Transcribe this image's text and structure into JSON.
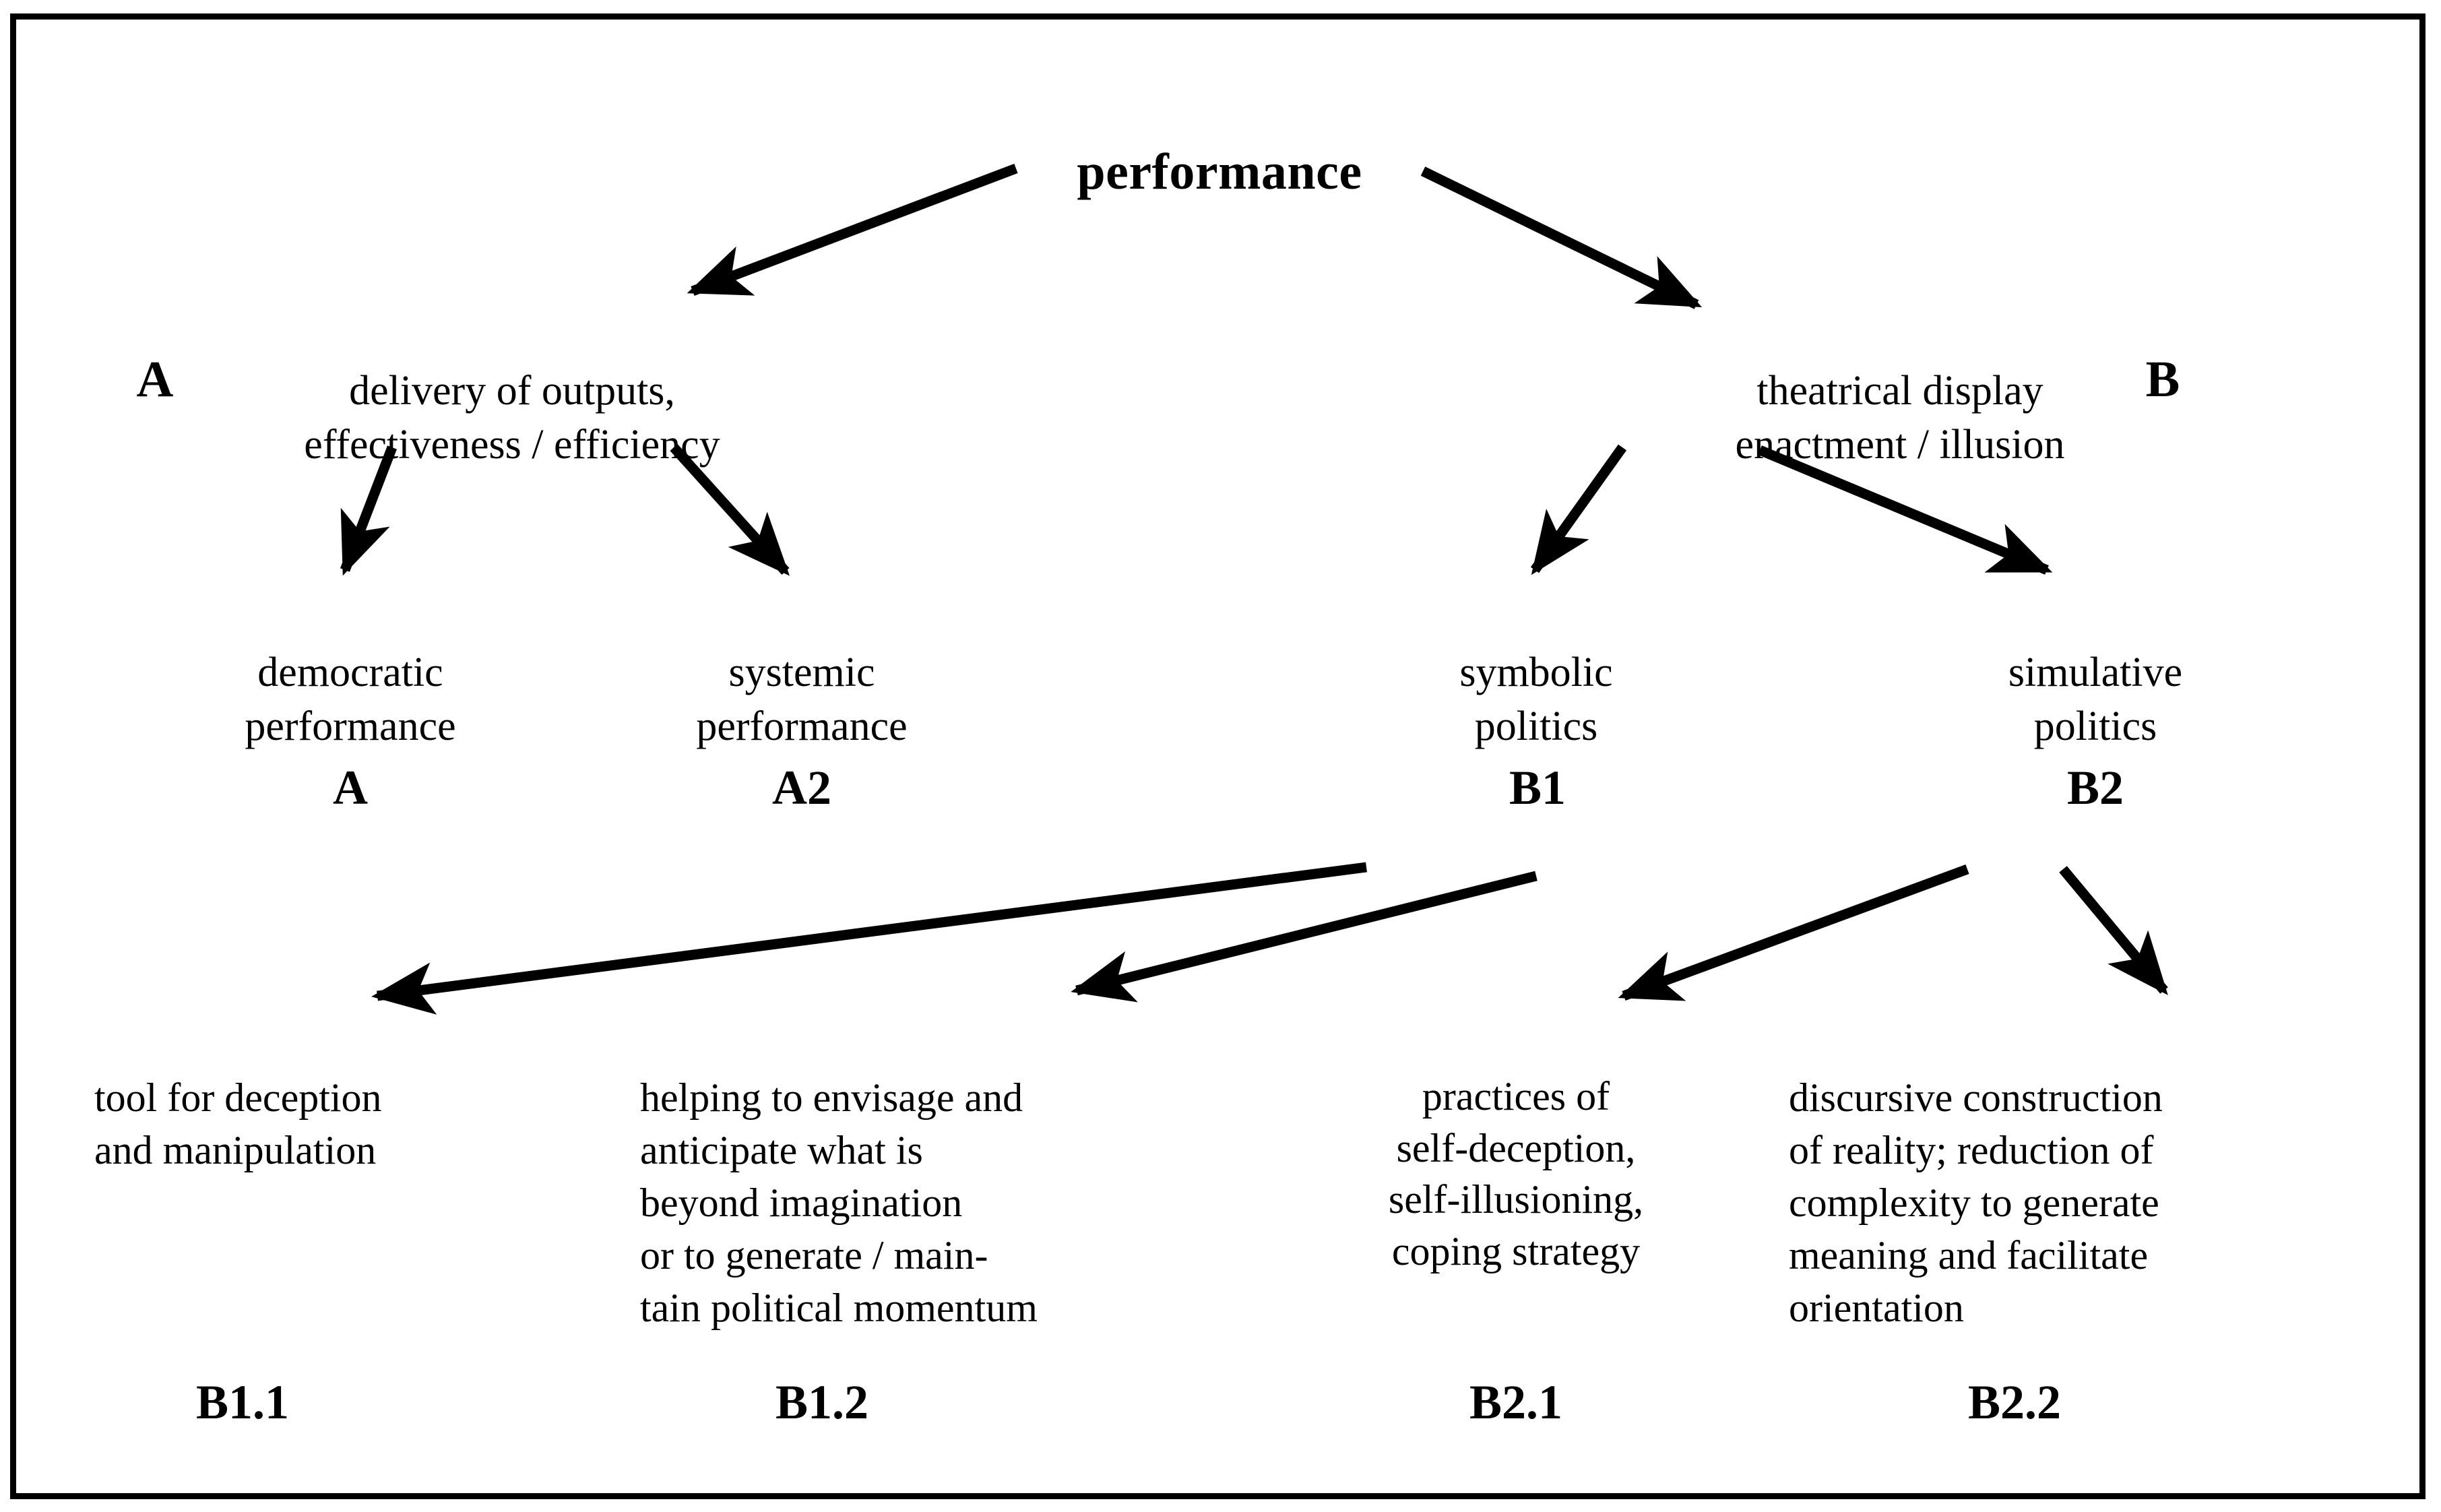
{
  "diagram": {
    "title": "performance",
    "root": {
      "label": "performance"
    },
    "branches": [
      {
        "tag": "A",
        "label": "delivery of outputs,\neffectiveness / efficiency"
      },
      {
        "tag": "B",
        "label": "theatrical display\nenactment / illusion"
      }
    ],
    "subnodes": [
      {
        "tag": "A",
        "label": "democratic\nperformance"
      },
      {
        "tag": "A2",
        "label": "systemic\nperformance"
      },
      {
        "tag": "B1",
        "label": "symbolic\npolitics"
      },
      {
        "tag": "B2",
        "label": "simulative\npolitics"
      }
    ],
    "leaves": [
      {
        "tag": "B1.1",
        "label": "tool for deception\nand manipulation"
      },
      {
        "tag": "B1.2",
        "label": "helping to envisage and\nanticipate what is\nbeyond imagination\nor to generate / main-\ntain political momentum"
      },
      {
        "tag": "B2.1",
        "label": "practices of\nself-deception,\nself-illusioning,\ncoping strategy"
      },
      {
        "tag": "B2.2",
        "label": "discursive construction\nof reality; reduction of\ncomplexity to generate\nmeaning and facilitate\norientation"
      }
    ],
    "colors": {
      "ink": "#000000",
      "background": "#ffffff"
    }
  }
}
